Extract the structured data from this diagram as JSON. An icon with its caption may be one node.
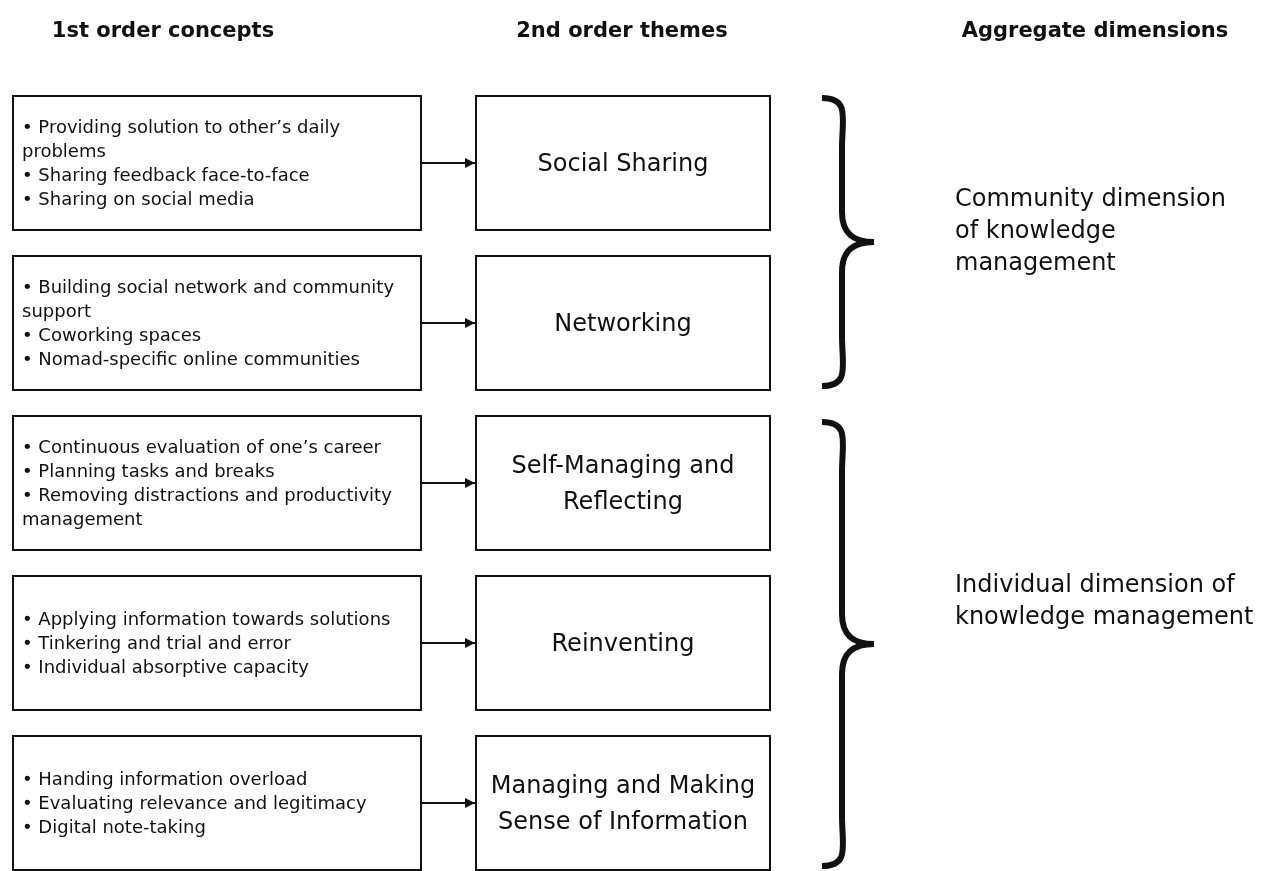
{
  "diagram": {
    "nodes": [
      {
        "text": [
          "• Providing solution to other’s daily problems",
          "• Sharing feedback face-to-face",
          "• Sharing on social media"
        ]
      },
      {
        "text": [
          "Social Sharing"
        ]
      },
      {
        "text": [
          "• Building social network and community support",
          "• Coworking spaces",
          "• Nomad-specific online communities"
        ]
      },
      {
        "text": [
          "Networking"
        ]
      },
      {
        "text": [
          "• Continuous evaluation of one’s career",
          "• Planning tasks and breaks",
          "• Removing distractions and productivity management"
        ]
      },
      {
        "text": [
          "Self-Managing and Reflecting"
        ]
      },
      {
        "text": [
          "• Applying information towards solutions",
          "• Tinkering and trial and error",
          "• Individual absorptive capacity"
        ]
      },
      {
        "text": [
          "Reinventing"
        ]
      },
      {
        "text": [
          "• Handing information overload",
          "• Evaluating relevance and legitimacy",
          "• Digital note-taking"
        ]
      },
      {
        "text": [
          "Managing and Making Sense of Information"
        ]
      }
    ],
    "edges": [
      {
        "from": 0,
        "to": 1,
        "arrow": "to"
      },
      {
        "from": 2,
        "to": 3,
        "arrow": "to"
      },
      {
        "from": 4,
        "to": 5,
        "arrow": "to"
      },
      {
        "from": 6,
        "to": 7,
        "arrow": "to"
      },
      {
        "from": 8,
        "to": 9,
        "arrow": "to"
      }
    ],
    "labels": [
      "1st order concepts",
      "2nd order themes",
      "Aggregate dimensions",
      "Community dimension of knowledge management",
      "Individual dimension of knowledge management"
    ]
  }
}
